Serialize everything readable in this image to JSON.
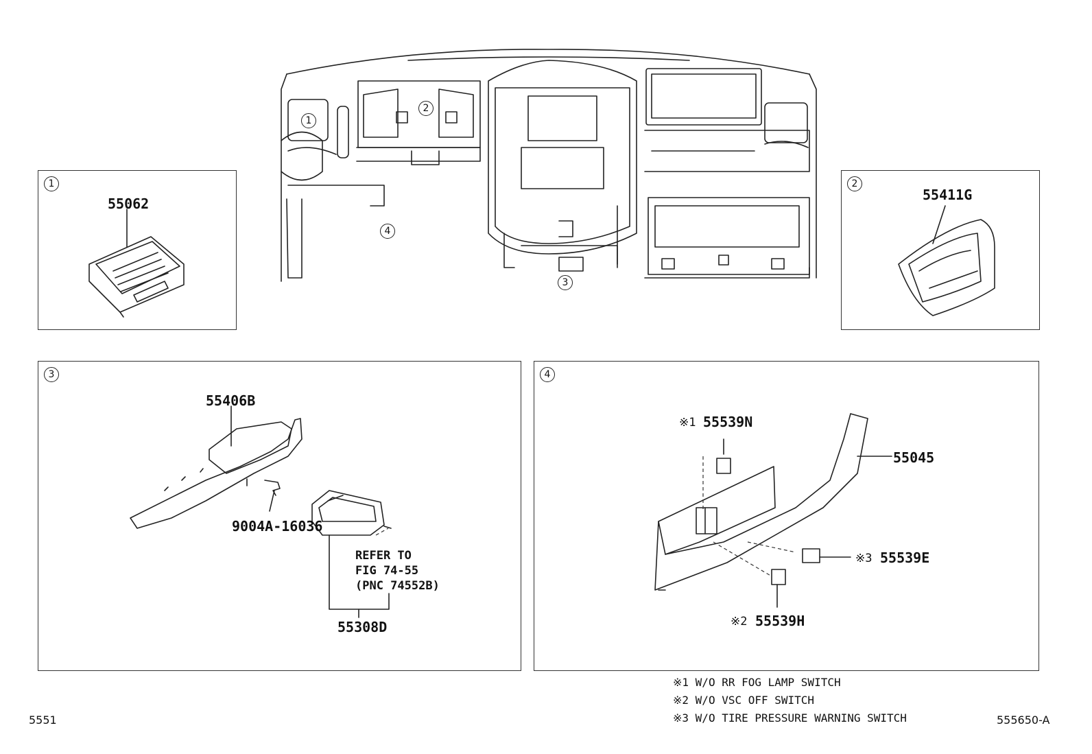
{
  "main_assembly": {
    "callouts": [
      "1",
      "2",
      "3",
      "4"
    ]
  },
  "panels": {
    "p1": {
      "tag": "1",
      "part": "55062"
    },
    "p2": {
      "tag": "2",
      "part": "55411G"
    },
    "p3": {
      "tag": "3",
      "part_top": "55406B",
      "bolt": "9004A-16036",
      "refer_line1": "REFER TO",
      "refer_line2": "FIG 74-55",
      "refer_line3": "(PNC 74552B)",
      "part_bottom": "55308D"
    },
    "p4": {
      "tag": "4",
      "mark1": "※1",
      "part_n": "55539N",
      "part_main": "55045",
      "mark3": "※3",
      "part_e": "55539E",
      "mark2": "※2",
      "part_h": "55539H"
    }
  },
  "notes": [
    "※1 W/O RR FOG LAMP SWITCH",
    "※2 W/O VSC OFF SWITCH",
    "※3 W/O TIRE PRESSURE WARNING SWITCH"
  ],
  "footer": {
    "left": "5551",
    "right": "555650-A"
  }
}
